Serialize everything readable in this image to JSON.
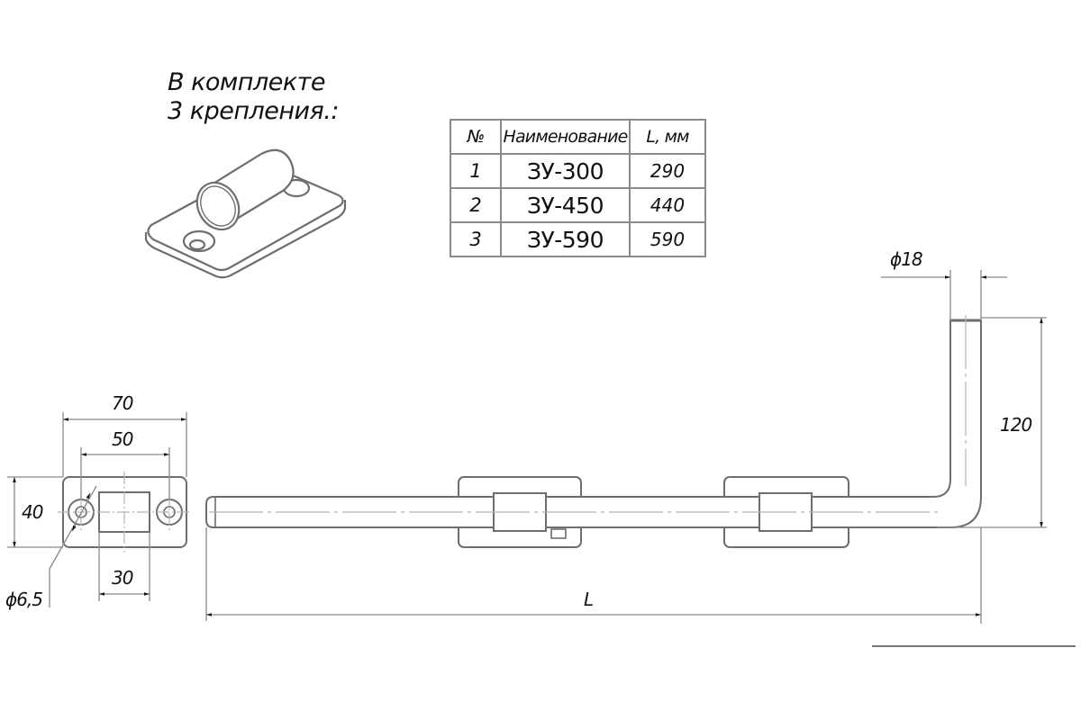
{
  "caption": {
    "line1": "В комплекте",
    "line2": "3 крепления.:"
  },
  "table": {
    "headers": {
      "no": "№",
      "name": "Наименование",
      "length": "L, мм"
    },
    "rows": [
      {
        "no": "1",
        "name": "ЗУ-300",
        "length": "290"
      },
      {
        "no": "2",
        "name": "ЗУ-450",
        "length": "440"
      },
      {
        "no": "3",
        "name": "ЗУ-590",
        "length": "590"
      }
    ]
  },
  "dimensions": {
    "plate_width": "70",
    "hole_spacing": "50",
    "plate_height": "40",
    "slot_width": "30",
    "hole_diameter": "ϕ6,5",
    "rod_diameter": "ϕ18",
    "hook_height": "120",
    "bolt_length": "L"
  },
  "colors": {
    "outline": "#6e6e6e",
    "dimension_line": "#8a8a8a",
    "center_line": "#b5b5b5",
    "text": "#111111"
  }
}
